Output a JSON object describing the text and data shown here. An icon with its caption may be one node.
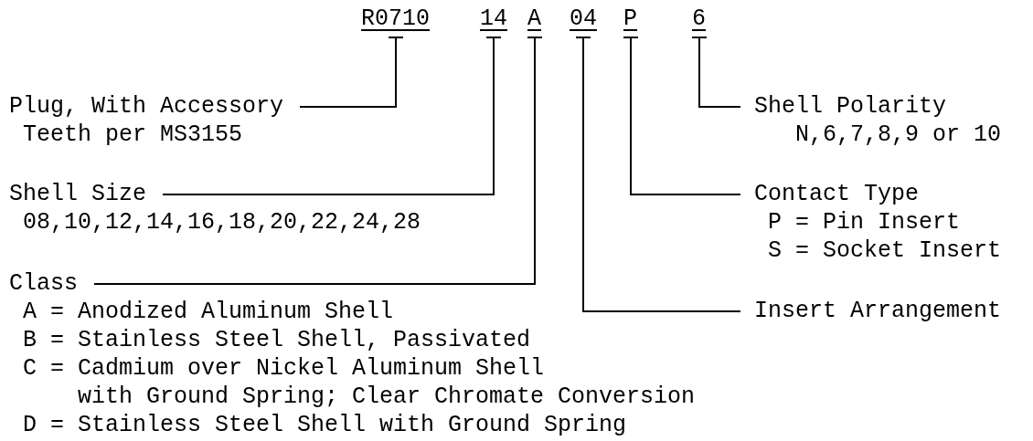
{
  "diagram": {
    "nodes": [
      {
        "text": [
          "R0710"
        ]
      },
      {
        "text": [
          "14"
        ]
      },
      {
        "text": [
          "A"
        ]
      },
      {
        "text": [
          "04"
        ]
      },
      {
        "text": [
          "P"
        ]
      },
      {
        "text": [
          "6"
        ]
      },
      {
        "text": [
          "Plug, With Accessory",
          "Teeth per MS3155"
        ]
      },
      {
        "text": [
          "Shell Size",
          "08,10,12,14,16,18,20,22,24,28"
        ]
      },
      {
        "text": [
          "Class",
          "A = Anodized Aluminum Shell",
          "B = Stainless Steel Shell, Passivated",
          "C = Cadmium over Nickel Aluminum Shell with Ground Spring; Clear Chromate Conversion",
          "D = Stainless Steel Shell with Ground Spring"
        ]
      },
      {
        "text": [
          "Shell Polarity",
          "N,6,7,8,9 or 10"
        ]
      },
      {
        "text": [
          "Contact Type",
          "P = Pin Insert",
          "S = Socket Insert"
        ]
      },
      {
        "text": [
          "Insert Arrangement"
        ]
      }
    ],
    "edges": [
      {
        "from": 6,
        "to": 0,
        "arrow": "none"
      },
      {
        "from": 7,
        "to": 1,
        "arrow": "none"
      },
      {
        "from": 8,
        "to": 2,
        "arrow": "none"
      },
      {
        "from": 11,
        "to": 3,
        "arrow": "none"
      },
      {
        "from": 10,
        "to": 4,
        "arrow": "none"
      },
      {
        "from": 9,
        "to": 5,
        "arrow": "none"
      }
    ]
  }
}
